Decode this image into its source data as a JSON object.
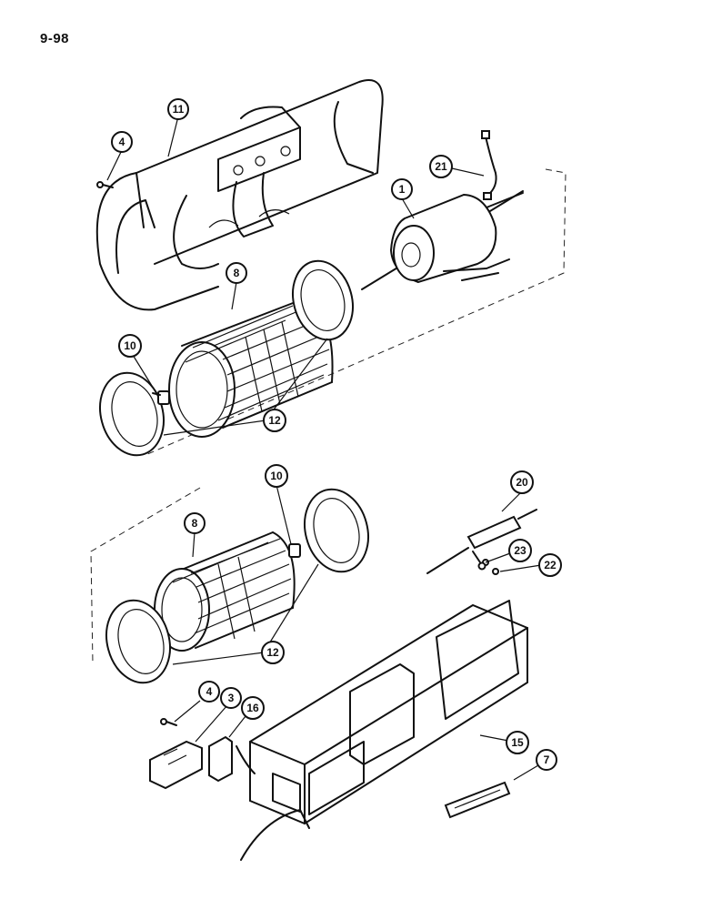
{
  "page_number": "9-98",
  "callouts": {
    "c11": "11",
    "c4a": "4",
    "c21": "21",
    "c1": "1",
    "c8a": "8",
    "c10a": "10",
    "c12a": "12",
    "c20": "20",
    "c10b": "10",
    "c8b": "8",
    "c23": "23",
    "c22": "22",
    "c12b": "12",
    "c4b": "4",
    "c3": "3",
    "c16": "16",
    "c15": "15",
    "c7": "7"
  }
}
